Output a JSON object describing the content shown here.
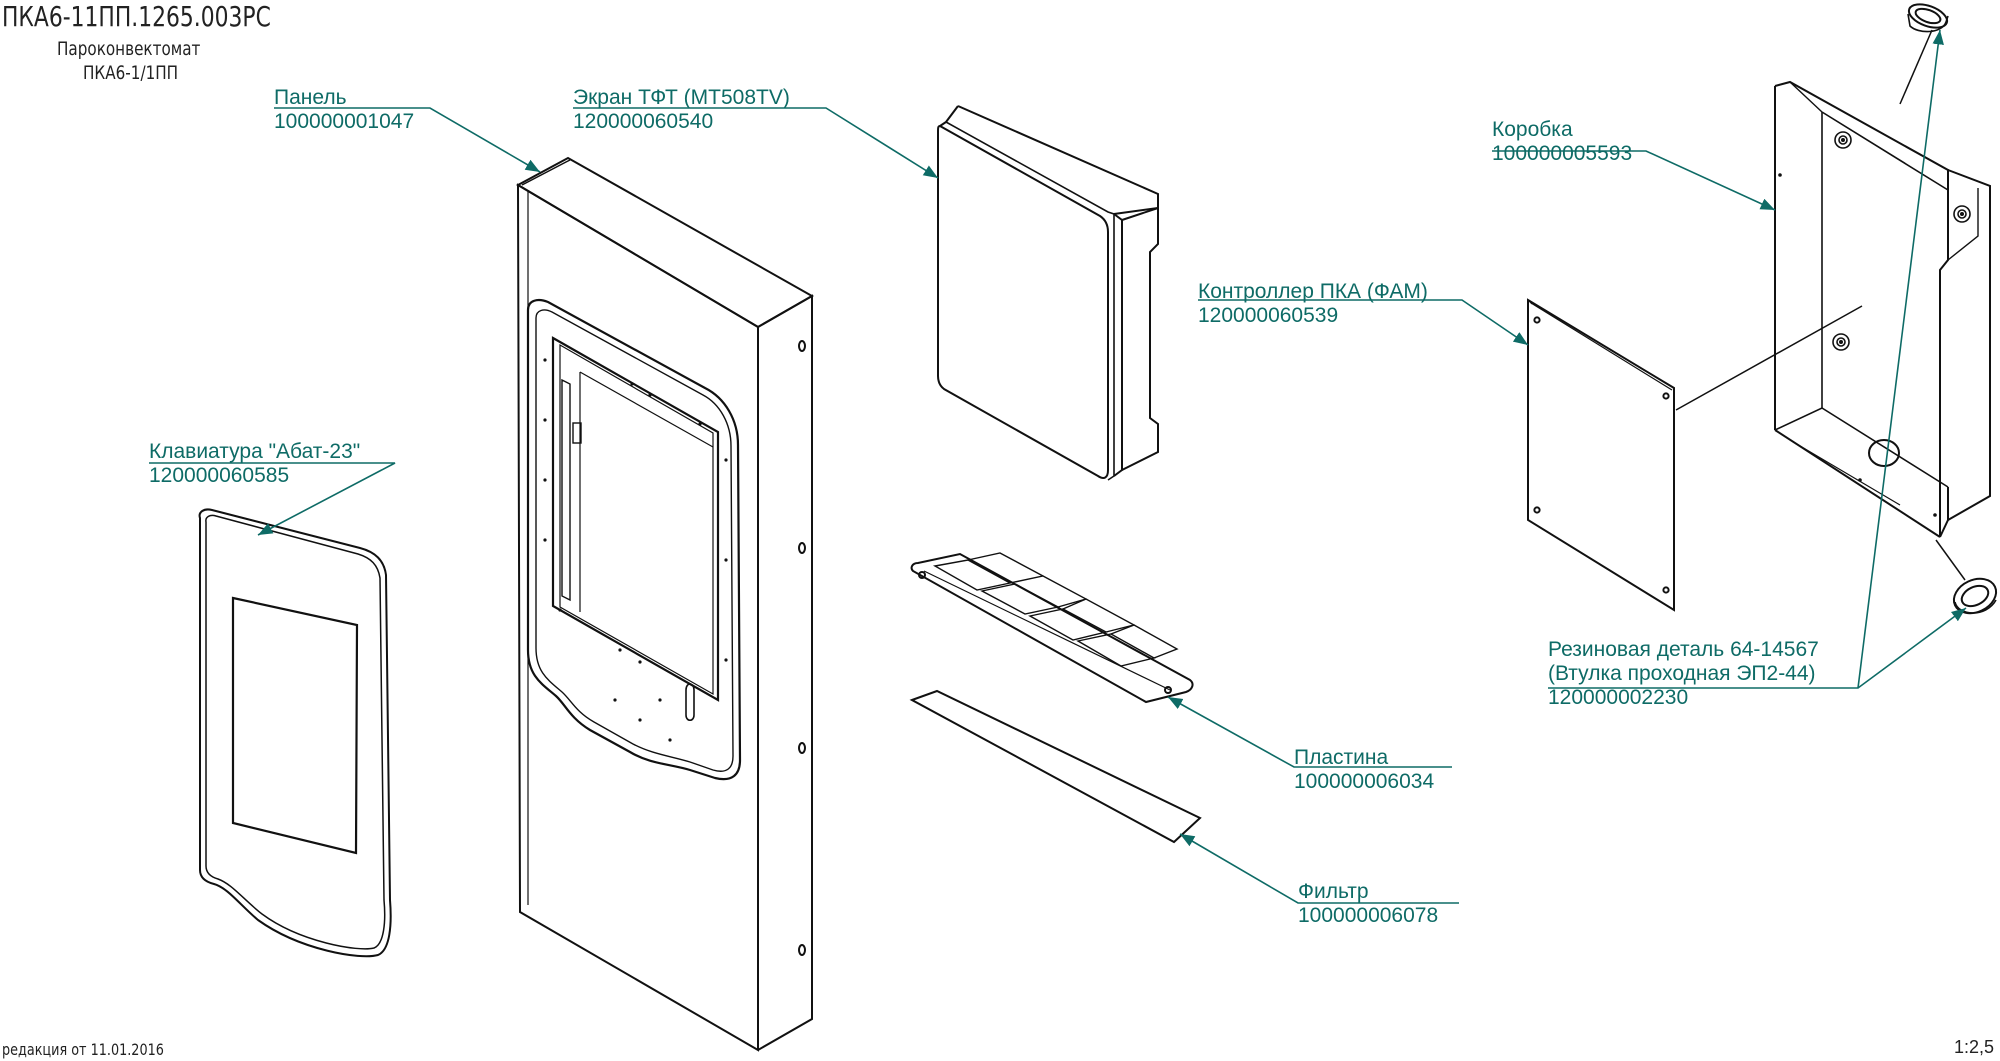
{
  "header": {
    "title": "ПКА6-11ПП.1265.003РС",
    "subtitle": "Пароконвектомат",
    "model": "ПКА6-1/1ПП"
  },
  "footer": {
    "revision": "редакция от 11.01.2016",
    "scale": "1:2,5"
  },
  "colors": {
    "callout": "#0e6b66",
    "outline": "#111111"
  },
  "callouts": {
    "panel": {
      "name": "Панель",
      "code": "100000001047"
    },
    "screen": {
      "name": "Экран ТФТ (МТ508TV)",
      "code": "120000060540"
    },
    "box": {
      "name": "Коробка",
      "code": "100000005593"
    },
    "controller": {
      "name": "Контроллер ПКА (ФАМ)",
      "code": "120000060539"
    },
    "keyboard": {
      "name": "Клавиатура \"Абат-23\"",
      "code": "120000060585"
    },
    "rubber": {
      "name": "Резиновая деталь 64-14567",
      "name2": "(Втулка проходная ЭП2-44)",
      "code": "120000002230"
    },
    "plate": {
      "name": "Пластина",
      "code": "100000006034"
    },
    "filter": {
      "name": "Фильтр",
      "code": "100000006078"
    }
  }
}
